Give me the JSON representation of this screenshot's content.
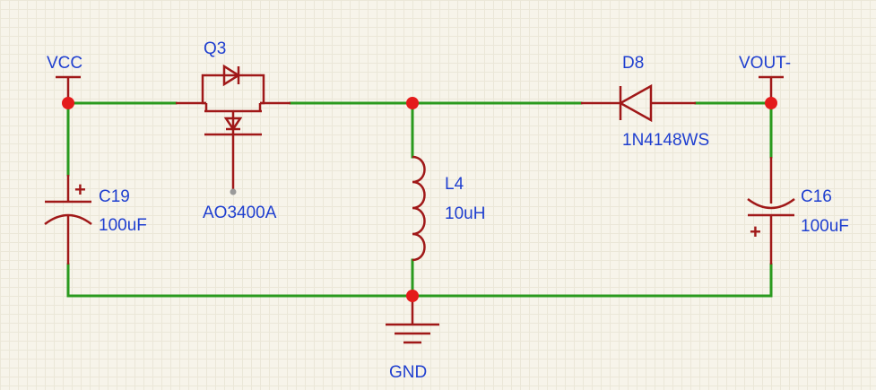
{
  "nets": {
    "vcc": "VCC",
    "vout": "VOUT-",
    "gnd": "GND"
  },
  "components": {
    "q3": {
      "ref": "Q3",
      "value": "AO3400A"
    },
    "d8": {
      "ref": "D8",
      "value": "1N4148WS"
    },
    "l4": {
      "ref": "L4",
      "value": "10uH"
    },
    "c19": {
      "ref": "C19",
      "value": "100uF",
      "polarity": "+"
    },
    "c16": {
      "ref": "C16",
      "value": "100uF",
      "polarity": "+"
    }
  },
  "colors": {
    "wire": "#2a9a1e",
    "part": "#a01818",
    "label": "#1f3fd0",
    "junction": "#e41b1b",
    "grid": "#ebe7d8",
    "background": "#f7f4ea"
  }
}
